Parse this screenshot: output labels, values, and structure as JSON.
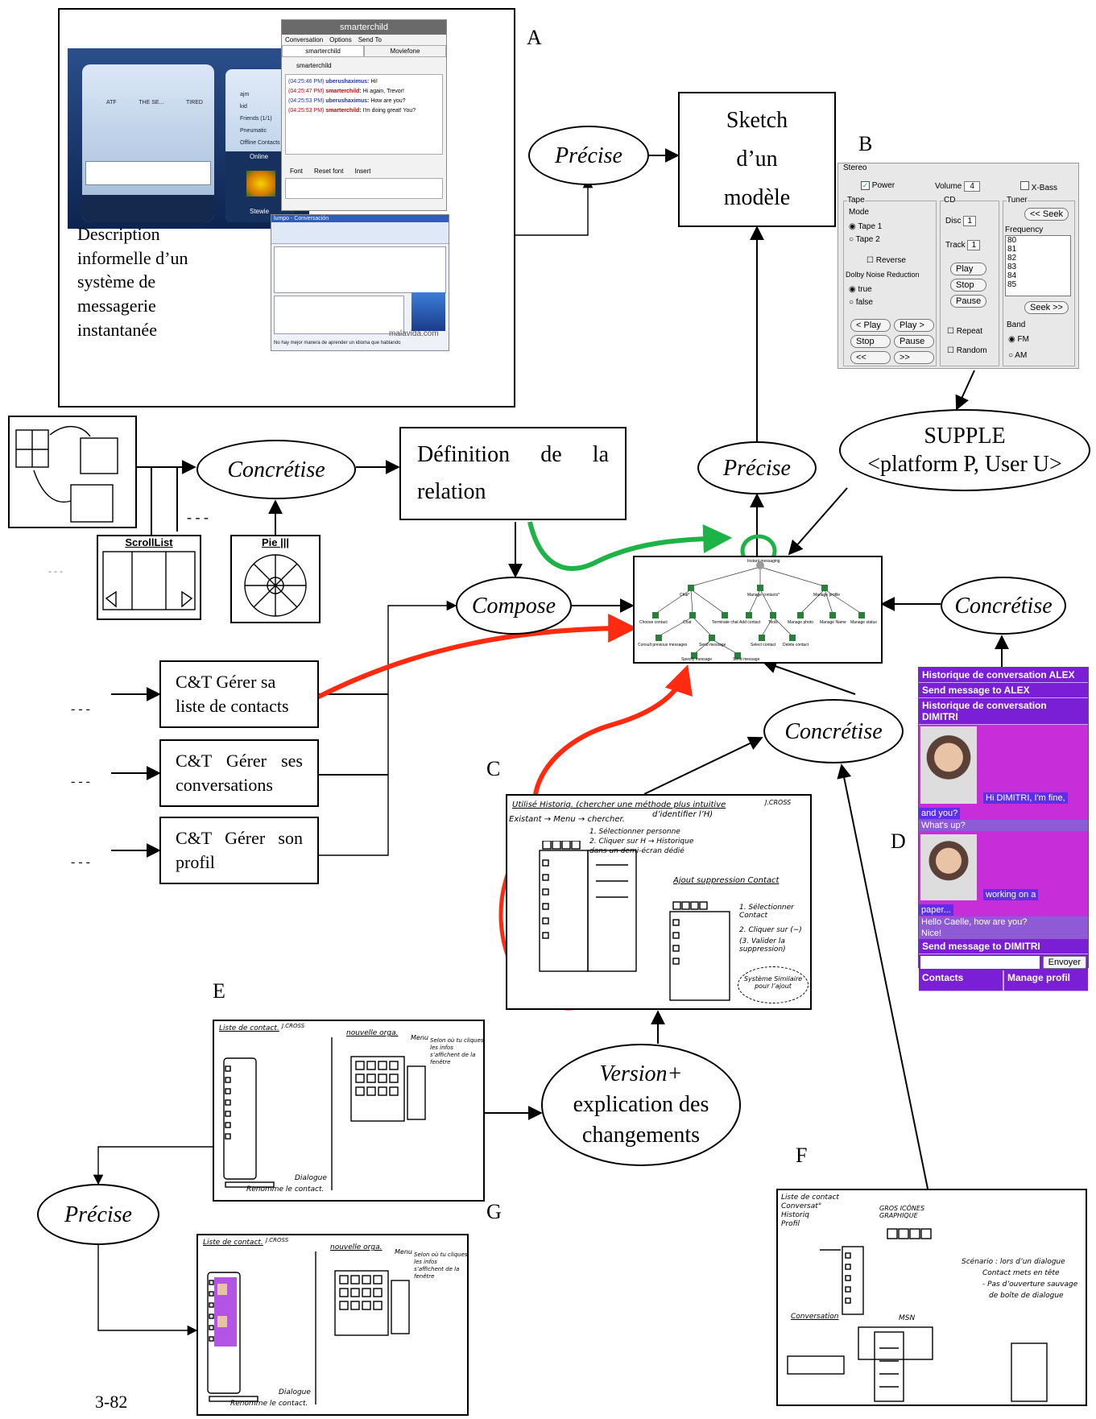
{
  "page_number": "3-82",
  "labels": {
    "a": "A",
    "b": "B",
    "c": "C",
    "d": "D",
    "e": "E",
    "f": "F",
    "g": "G"
  },
  "desc_a": [
    "Description",
    "informelle d’un",
    "système de",
    "messagerie",
    "instantanée"
  ],
  "nodes": {
    "sketch_model": [
      "Sketch",
      "d’un",
      "modèle"
    ],
    "precise_top": "Précise",
    "precise_mid": "Précise",
    "precise_bottom": "Précise",
    "concretise_left": "Concrétise",
    "concretise_right": "Concrétise",
    "concretise_center": "Concrétise",
    "compose": "Compose",
    "definition": [
      "Définition de la",
      "relation"
    ],
    "supple": [
      "SUPPLE",
      "<platform P, User U>"
    ],
    "version": [
      "Version+",
      "explication des",
      "changements"
    ],
    "ct_contacts": [
      "C&T Gérer sa",
      "liste de contacts"
    ],
    "ct_conversations": [
      "C&T Gérer ses",
      "conversations"
    ],
    "ct_profil": [
      "C&T Gérer son",
      "profil"
    ],
    "ellipsis": "- - -"
  },
  "widgets": {
    "scrolllist": "ScrollList",
    "pie": "Pie |||"
  },
  "smarterchild": {
    "title": "smarterchild",
    "menu": [
      "Conversation",
      "Options",
      "Send To"
    ],
    "tabs": [
      "smarterchild",
      "Moviefone"
    ],
    "buddy": "smarterchild",
    "messages": [
      {
        "time": "(04:25:46 PM)",
        "who": "uberushaximus:",
        "text": "Hi!"
      },
      {
        "time": "(04:25:47 PM)",
        "who": "smarterchild:",
        "text": "Hi again, Trevor!"
      },
      {
        "time": "(04:25:53 PM)",
        "who": "uberushaximus:",
        "text": "How are you?"
      },
      {
        "time": "(04:25:53 PM)",
        "who": "smarterchild:",
        "text": "I'm doing great! You?"
      }
    ],
    "toolbar": [
      "Font",
      "Reset font",
      "Insert"
    ]
  },
  "msn": {
    "title": "lumpo - Conversación",
    "footer": "No hay mejor manera de aprender un idioma que hablando",
    "brand": "malavida.com",
    "contacts": [
      "ajm",
      "kid",
      "Friends (1/1)",
      "Pneumatic",
      "Offline Contacts"
    ],
    "status": "Online",
    "user": "Stewie",
    "moods": [
      "ATF",
      "THE SE...",
      "TIRED"
    ]
  },
  "stereo": {
    "title": "Stereo",
    "power": "Power",
    "volume_label": "Volume",
    "volume_value": "4",
    "xbass": "X-Bass",
    "tape": "Tape",
    "mode": "Mode",
    "tape1": "Tape 1",
    "tape2": "Tape 2",
    "reverse": "Reverse",
    "dolby": "Dolby Noise Reduction",
    "dtrue": "true",
    "dfalse": "false",
    "tape_buttons": [
      "< Play",
      "Play >",
      "Stop",
      "Pause",
      "<<",
      ">>"
    ],
    "cd": "CD",
    "disc_label": "Disc",
    "disc_value": "1",
    "track_label": "Track",
    "track_value": "1",
    "cd_buttons": [
      "Play",
      "Stop",
      "Pause"
    ],
    "repeat": "Repeat",
    "random": "Random",
    "tuner": "Tuner",
    "seek_back": "<< Seek",
    "frequency": "Frequency",
    "freqs": [
      "80",
      "81",
      "82",
      "83",
      "84",
      "85"
    ],
    "seek_fwd": "Seek >>",
    "band": "Band",
    "fm": "FM",
    "am": "AM"
  },
  "task_model": {
    "root": "Instant messaging",
    "subtasks": [
      "Chat*",
      "Manage contacts*",
      "Manage profile"
    ],
    "leaves": [
      "Choose contact",
      "Chat",
      "Terminate chat",
      "Add contact",
      "Tools",
      "Manage photo",
      "Manage Name",
      "Manage status",
      "Consult previous messages",
      "Send message",
      "Select contact",
      "Delete contact",
      "Specify message",
      "Send message"
    ]
  },
  "d_panel": {
    "h1": "Historique de conversation ALEX",
    "h2": "Send message to ALEX",
    "h3": "Historique de conversation DIMITRI",
    "msg1": "Hi DIMITRI, I'm fine,",
    "msg1b": "and you?",
    "msg2": "What's up?",
    "msg3": "working on a",
    "msg3b": "paper...",
    "msg4": "Hello Caelle, how are you?",
    "msg5": "Nice!",
    "h4": "Send message to DIMITRI",
    "send": "Envoyer",
    "tab1": "Contacts",
    "tab2": "Manage profil"
  },
  "sketch_c": {
    "line1": "Utilisé Historiq. (chercher une méthode plus intuitive",
    "line1b": "d’identifier l’H)",
    "line2": "Existant → Menu → chercher.",
    "line3": "1. Sélectionner personne",
    "line4": "2. Cliquer sur H → Historique",
    "line5": "dans un demi-écran dédié",
    "title2": "Ajout suppression Contact",
    "step1": "1. Sélectionner Contact",
    "step2": "2. Cliquer sur (−)",
    "step3": "(3. Valider la suppression)",
    "note": "Système Similaire pour l’ajout",
    "tag": "J.CROSS"
  },
  "sketch_e": {
    "title1": "Liste de contact.",
    "tag": "J.CROSS",
    "title2": "nouvelle orga.",
    "menu": "Menu",
    "note": "Selon où tu cliques les infos s’affichent de la fenêtre",
    "dialog": "Dialogue",
    "rename": "Renomme le contact."
  },
  "sketch_f": {
    "list": [
      "Liste de contact",
      "Conversat°",
      "Historiq",
      "Profil"
    ],
    "icons": "GROS ICÔNES GRAPHIQUE",
    "scenario": "Scénario : lors d’un dialogue",
    "s2": "Contact mets en tête",
    "s3": "- Pas d’ouverture sauvage",
    "s4": "de boîte de dialogue",
    "conv": "Conversation",
    "msn": "MSN"
  },
  "colors": {
    "red": "#ff2a10",
    "green": "#1db347",
    "purple": "#8a2be2"
  }
}
